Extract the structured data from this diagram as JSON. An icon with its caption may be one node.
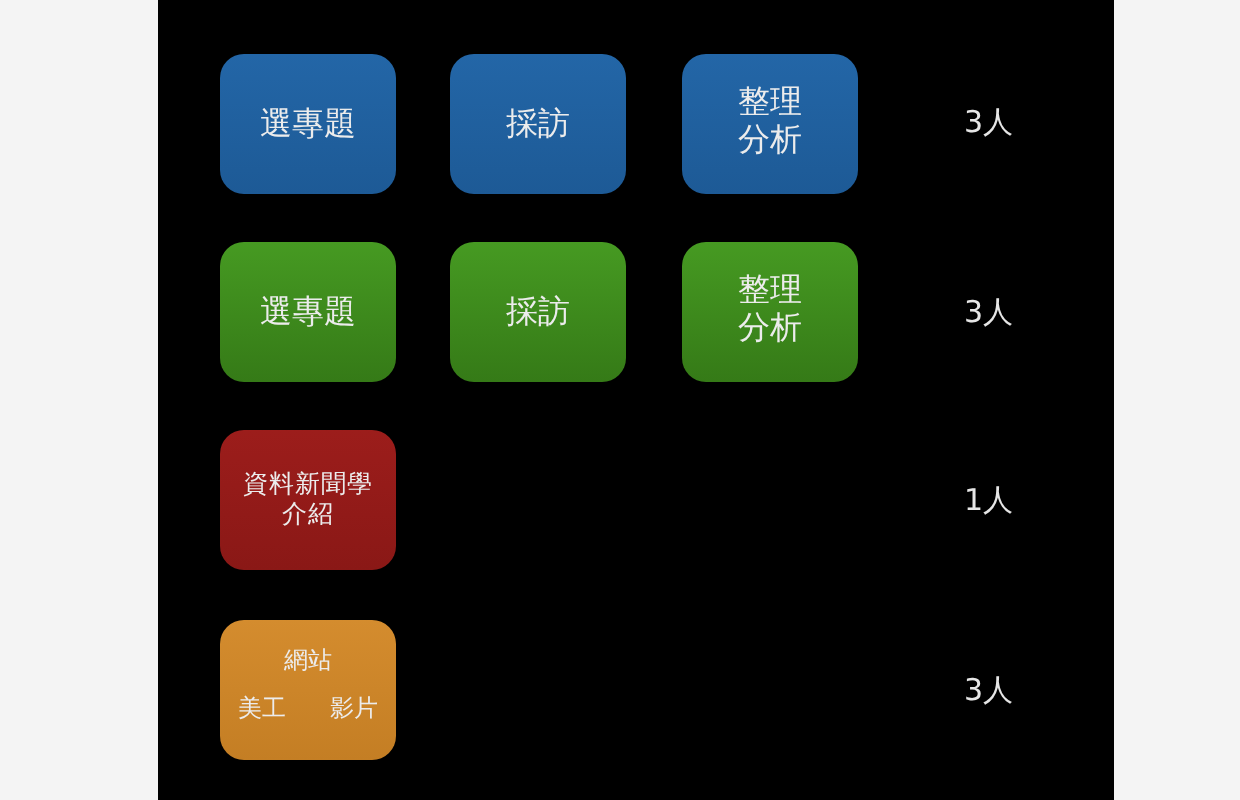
{
  "diagram": {
    "nodes": [
      {
        "text": [
          "選專題"
        ]
      },
      {
        "text": [
          "採訪"
        ]
      },
      {
        "text": [
          "整理分析"
        ]
      },
      {
        "text": [
          "選專題"
        ]
      },
      {
        "text": [
          "採訪"
        ]
      },
      {
        "text": [
          "整理分析"
        ]
      },
      {
        "text": [
          "資料新聞學介紹"
        ]
      },
      {
        "text": [
          "網站",
          "美工",
          "影片"
        ]
      }
    ],
    "labels": [
      "3人",
      "3人",
      "1人",
      "3人"
    ]
  }
}
